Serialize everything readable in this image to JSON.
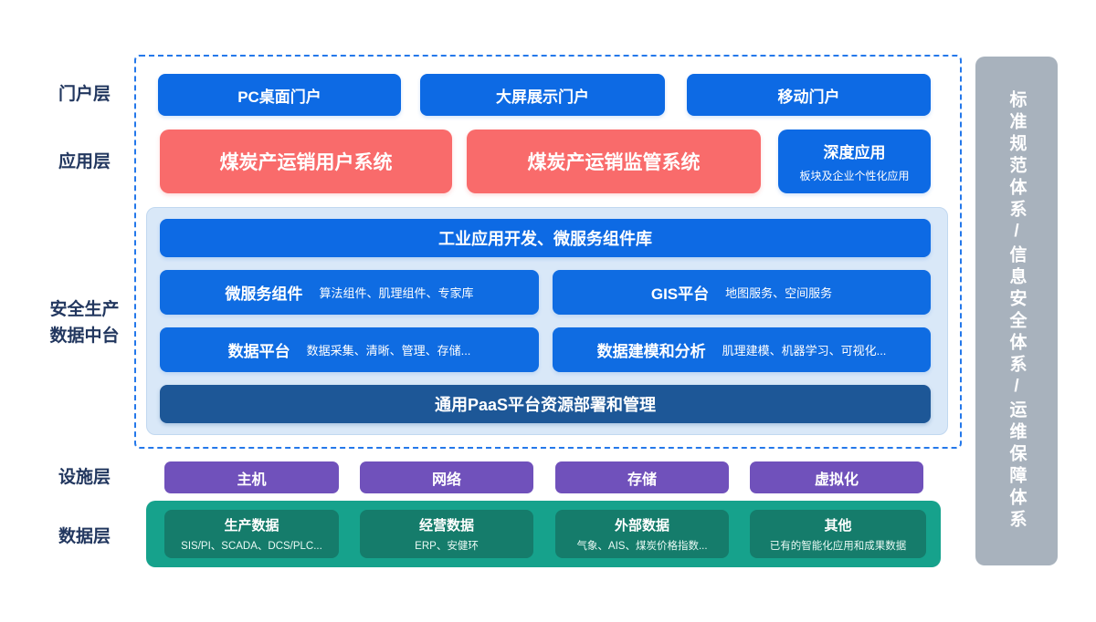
{
  "left_labels": [
    {
      "text": "门户层"
    },
    {
      "text": "应用层"
    },
    {
      "lines": [
        "安全生产",
        "数据中台"
      ]
    },
    {
      "text": "设施层"
    },
    {
      "text": "数据层"
    }
  ],
  "portal_layer": {
    "items": [
      "PC桌面门户",
      "大屏展示门户",
      "移动门户"
    ]
  },
  "app_layer": {
    "systems": [
      "煤炭产运销用户系统",
      "煤炭产运销监管系统"
    ],
    "deep_app": {
      "title": "深度应用",
      "subtitle": "板块及企业个性化应用"
    }
  },
  "middle_platform": {
    "top_bar": "工业应用开发、微服务组件库",
    "cells": [
      {
        "title": "微服务组件",
        "subtitle": "算法组件、肌理组件、专家库"
      },
      {
        "title": "GIS平台",
        "subtitle": "地图服务、空间服务"
      },
      {
        "title": "数据平台",
        "subtitle": "数据采集、清晰、管理、存储..."
      },
      {
        "title": "数据建模和分析",
        "subtitle": "肌理建模、机器学习、可视化..."
      }
    ],
    "bottom_bar": "通用PaaS平台资源部署和管理"
  },
  "facility_layer": {
    "items": [
      "主机",
      "网络",
      "存储",
      "虚拟化"
    ]
  },
  "data_layer": {
    "items": [
      {
        "title": "生产数据",
        "subtitle": "SIS/PI、SCADA、DCS/PLC..."
      },
      {
        "title": "经营数据",
        "subtitle": "ERP、安健环"
      },
      {
        "title": "外部数据",
        "subtitle": "气象、AIS、煤炭价格指数..."
      },
      {
        "title": "其他",
        "subtitle": "已有的智能化应用和成果数据"
      }
    ]
  },
  "sidebar": {
    "text": "标准规范体系/信息安全体系/运维保障体系"
  },
  "colors": {
    "accent_blue": "#0d6ae4",
    "coral_red": "#f96b6b",
    "dark_blue": "#1d5797",
    "light_blue_panel": "#d9e8f8",
    "purple": "#7051bb",
    "teal": "#16a28c",
    "teal_dark": "#157c6b",
    "sidebar_gray": "#a8b2bd",
    "label_navy": "#22375f",
    "dashed_border": "#2478ea"
  }
}
